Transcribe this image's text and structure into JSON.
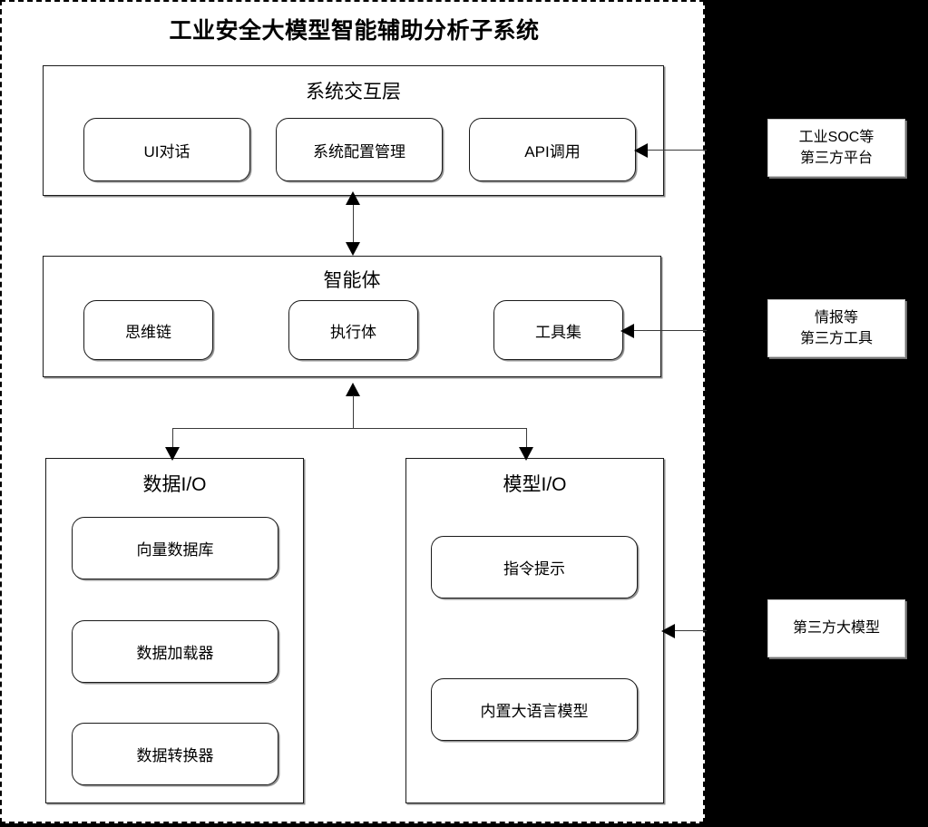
{
  "diagram": {
    "title": "工业安全大模型智能辅助分析子系统",
    "layers": [
      {
        "id": "interaction",
        "title": "系统交互层",
        "nodes": [
          {
            "label": "UI对话"
          },
          {
            "label": "系统配置管理"
          },
          {
            "label": "API调用"
          }
        ]
      },
      {
        "id": "agent",
        "title": "智能体",
        "nodes": [
          {
            "label": "思维链"
          },
          {
            "label": "执行体"
          },
          {
            "label": "工具集"
          }
        ]
      },
      {
        "id": "data-io",
        "title": "数据I/O",
        "nodes": [
          {
            "label": "向量数据库"
          },
          {
            "label": "数据加载器"
          },
          {
            "label": "数据转换器"
          }
        ]
      },
      {
        "id": "model-io",
        "title": "模型I/O",
        "nodes": [
          {
            "label": "指令提示"
          },
          {
            "label": "内置大语言模型"
          }
        ]
      }
    ],
    "external": [
      {
        "id": "soc",
        "line1": "工业SOC等",
        "line2": "第三方平台"
      },
      {
        "id": "intel",
        "line1": "情报等",
        "line2": "第三方工具"
      },
      {
        "id": "thirdparty-llm",
        "line1": "第三方大模型",
        "line2": ""
      }
    ],
    "colors": {
      "background": "#000000",
      "canvas": "#ffffff",
      "stroke": "#1a1a1a",
      "connector": "#3a3a3a"
    }
  }
}
